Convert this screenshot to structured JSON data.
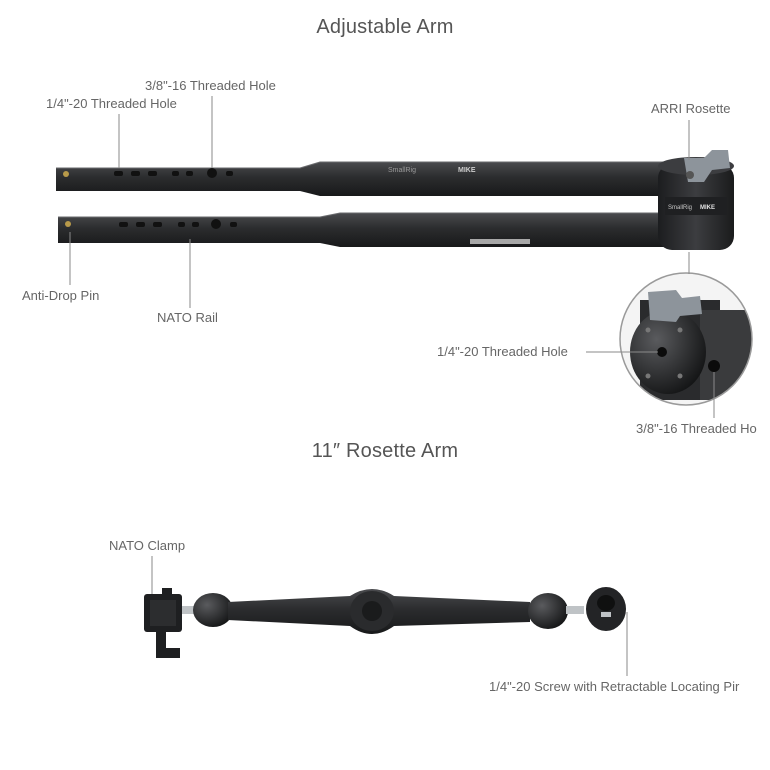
{
  "sections": {
    "adjustable_arm_title": "Adjustable Arm",
    "rosette_arm_title": "11″ Rosette Arm"
  },
  "labels": {
    "hole_14_top": "1/4\"-20 Threaded Hole",
    "hole_38_top": "3/8\"-16 Threaded Hole",
    "arri_rosette": "ARRI Rosette",
    "anti_drop_pin": "Anti-Drop Pin",
    "nato_rail": "NATO Rail",
    "hole_14_detail": "1/4\"-20 Threaded Hole",
    "hole_38_detail": "3/8\"-16 Threaded Ho",
    "nato_clamp": "NATO Clamp",
    "screw_pin": "1/4\"-20 Screw with Retractable Locating Pir"
  },
  "product_engraving": {
    "brand": "SmallRig",
    "model": "MIKE"
  },
  "colors": {
    "text": "#666666",
    "title": "#555555",
    "metal": "#2e2f31",
    "leader": "#8a8a8a"
  }
}
